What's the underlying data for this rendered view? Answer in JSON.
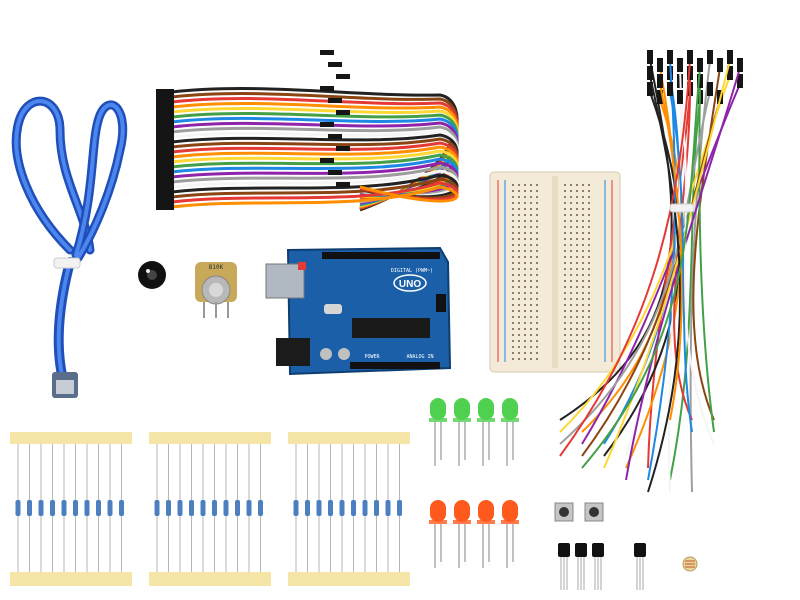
{
  "board": {
    "logo": "UNO",
    "digital_label": "DIGITAL (PWM~)",
    "analog_label": "ANALOG IN",
    "power_label": "POWER",
    "pot_label": "B10K"
  },
  "colors": {
    "board": "#1a5fa8",
    "usb_cable": "#2b63d6",
    "breadboard": "#f4ead8",
    "led_green": "#4fd04f",
    "led_red": "#ff5a1e",
    "resistor_tape": "#f5e6a8",
    "jumper_colors": [
      "#222222",
      "#8b4513",
      "#e53935",
      "#ff8f00",
      "#fdd835",
      "#43a047",
      "#1e88e5",
      "#8e24aa",
      "#9e9e9e",
      "#f5f5f5"
    ]
  },
  "items": {
    "led_green_count": 4,
    "led_red_count": 4,
    "resistor_strips": 3,
    "resistors_per_strip": 10,
    "buttons": 2,
    "transistors": 4
  }
}
